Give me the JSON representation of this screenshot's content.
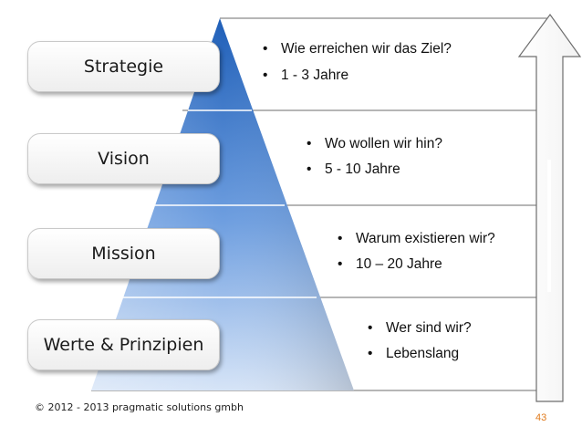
{
  "levels": [
    {
      "label": "Strategie",
      "bullets": [
        "Wie erreichen wir das Ziel?",
        "1 - 3 Jahre"
      ]
    },
    {
      "label": "Vision",
      "bullets": [
        "Wo wollen wir hin?",
        "5 - 10 Jahre"
      ]
    },
    {
      "label": "Mission",
      "bullets": [
        "Warum existieren wir?",
        "10 – 20 Jahre"
      ]
    },
    {
      "label": "Werte & Prinzipien",
      "bullets": [
        "Wer sind wir?",
        "Lebenslang"
      ]
    }
  ],
  "footer": {
    "copyright": "© 2012 - 2013 pragmatic solutions gmbh",
    "page_number": "43"
  },
  "colors": {
    "pyramid_top": "#1f5fb8",
    "pyramid_bottom": "#c9dcf5",
    "page_number": "#e07a1c"
  }
}
